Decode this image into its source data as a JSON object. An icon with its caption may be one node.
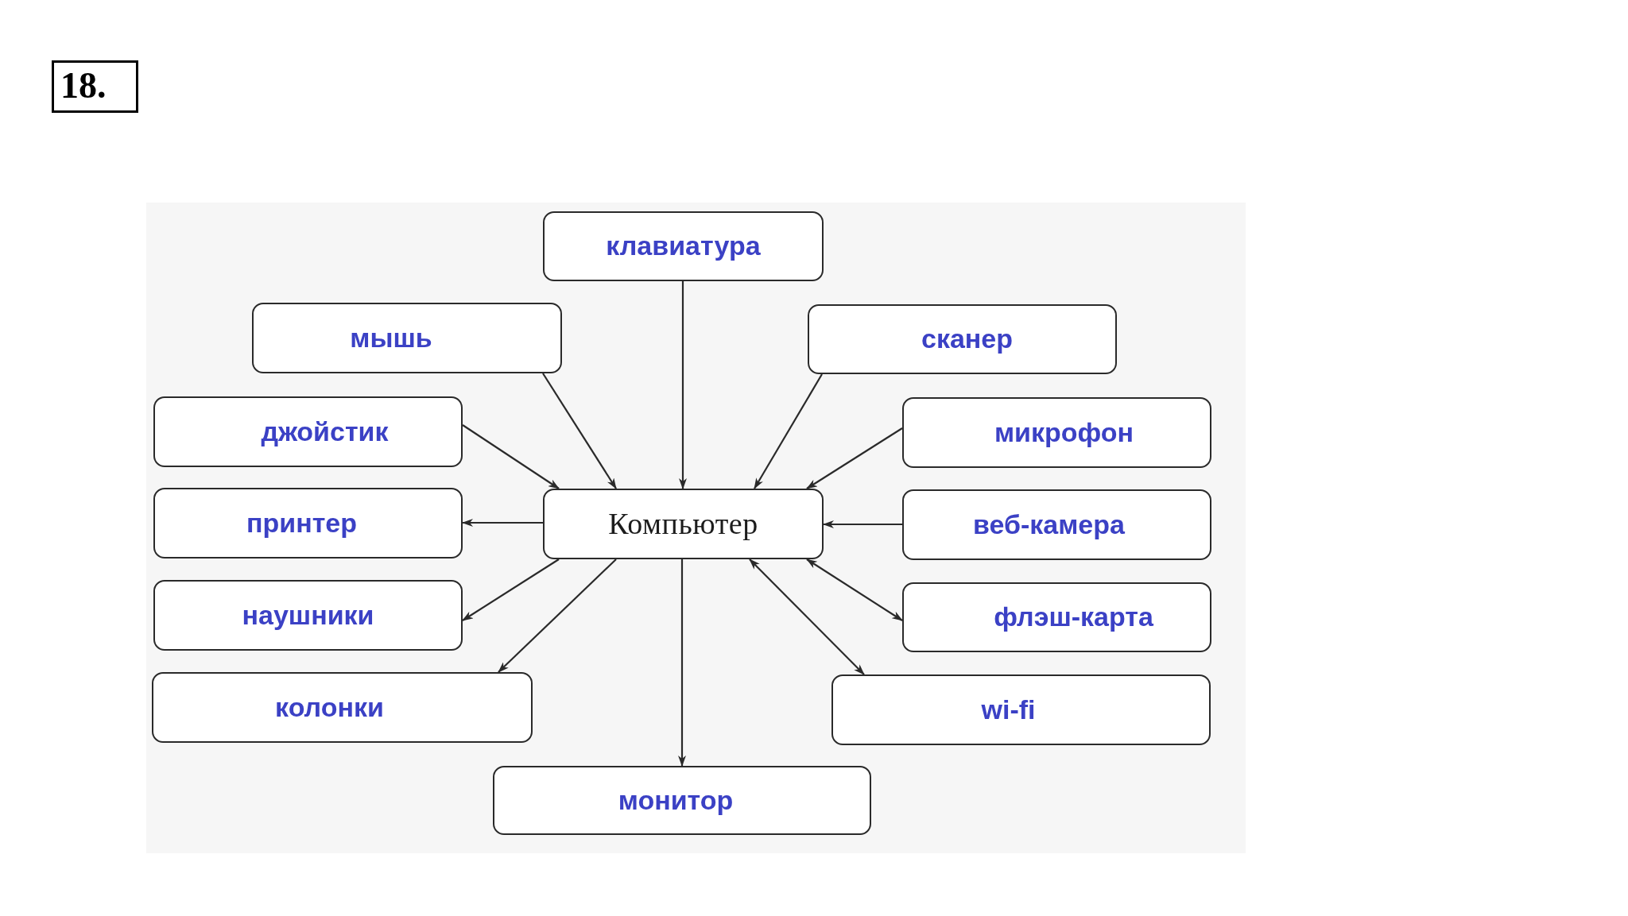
{
  "diagram": {
    "nodes": [
      {
        "text": [
          "клавиатура"
        ]
      },
      {
        "text": [
          "мышь"
        ]
      },
      {
        "text": [
          "сканер"
        ]
      },
      {
        "text": [
          "джойстик"
        ]
      },
      {
        "text": [
          "микрофон"
        ]
      },
      {
        "text": [
          "принтер"
        ]
      },
      {
        "text": [
          "Компьютер"
        ]
      },
      {
        "text": [
          "веб-камера"
        ]
      },
      {
        "text": [
          "наушники"
        ]
      },
      {
        "text": [
          "флэш-карта"
        ]
      },
      {
        "text": [
          "колонки"
        ]
      },
      {
        "text": [
          "wi-fi"
        ]
      },
      {
        "text": [
          "монитор"
        ]
      }
    ],
    "edges": [
      {
        "from": 0,
        "to": 6,
        "arrow": "to"
      },
      {
        "from": 1,
        "to": 6,
        "arrow": "to"
      },
      {
        "from": 2,
        "to": 6,
        "arrow": "to"
      },
      {
        "from": 3,
        "to": 6,
        "arrow": "to"
      },
      {
        "from": 4,
        "to": 6,
        "arrow": "to"
      },
      {
        "from": 6,
        "to": 5,
        "arrow": "to"
      },
      {
        "from": 7,
        "to": 6,
        "arrow": "to"
      },
      {
        "from": 6,
        "to": 8,
        "arrow": "to"
      },
      {
        "from": 6,
        "to": 10,
        "arrow": "to"
      },
      {
        "from": 6,
        "to": 9,
        "arrow": "both"
      },
      {
        "from": 6,
        "to": 11,
        "arrow": "both"
      },
      {
        "from": 6,
        "to": 12,
        "arrow": "to"
      }
    ],
    "labels": [
      "18."
    ]
  }
}
